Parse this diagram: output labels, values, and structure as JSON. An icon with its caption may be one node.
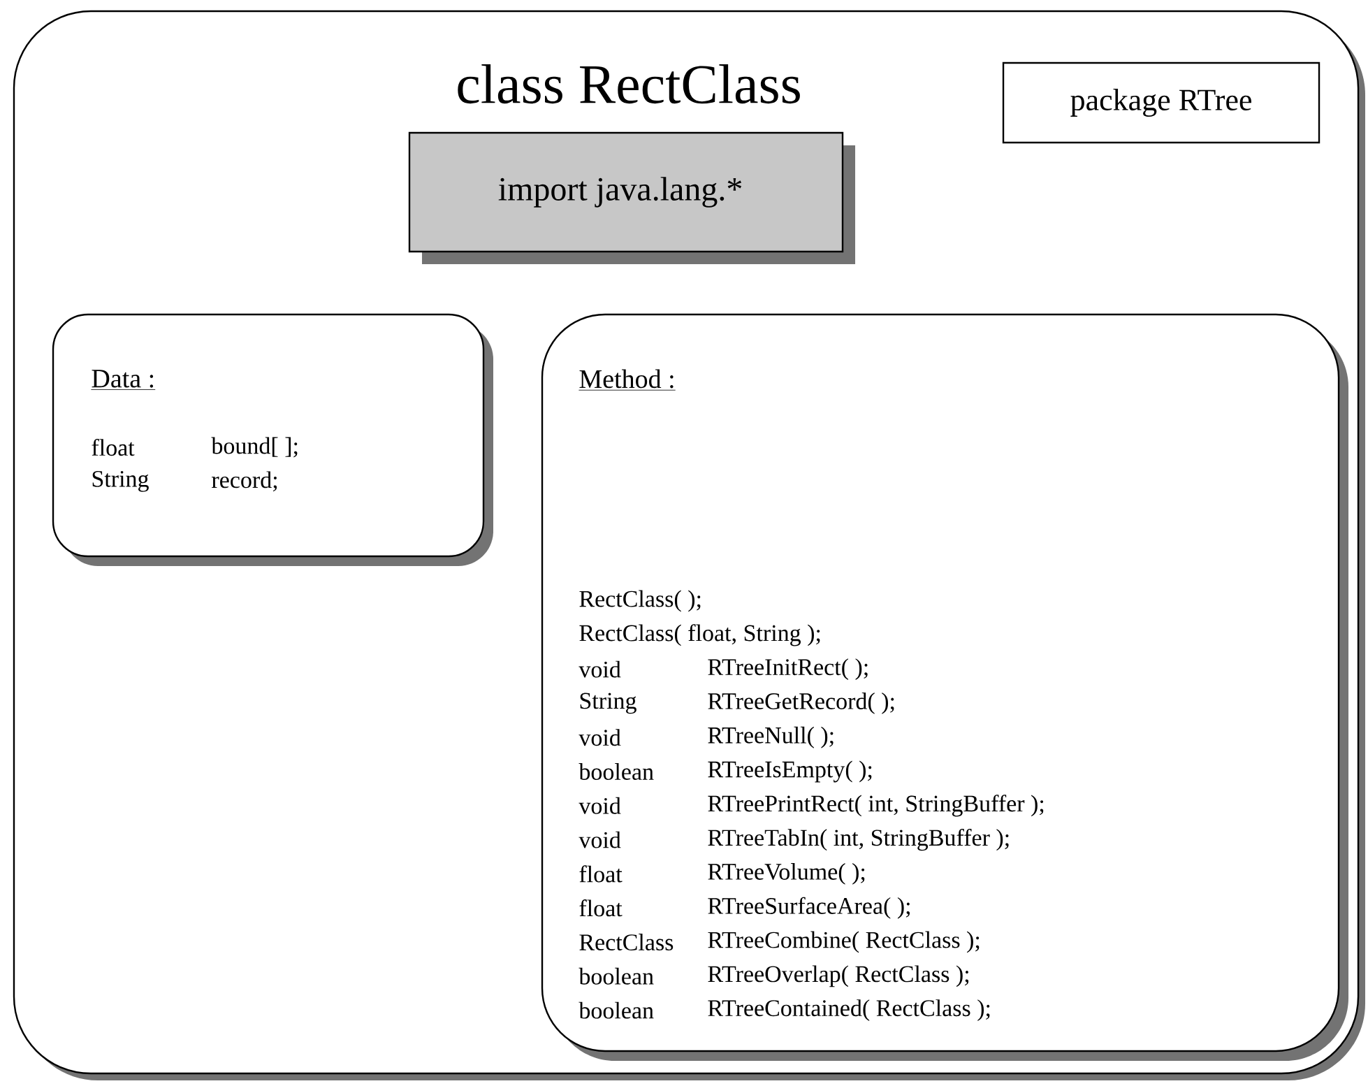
{
  "diagram": {
    "nodes": [
      {
        "text": [
          "class RectClass"
        ]
      },
      {
        "text": [
          "package RTree"
        ],
        "in": 0
      },
      {
        "text": [
          "import java.lang.*"
        ],
        "in": 0
      },
      {
        "text": [
          "Data :",
          "float",
          "bound[ ];",
          "String",
          "record;"
        ],
        "in": 0
      },
      {
        "text": [
          "Method :",
          "RectClass( );",
          "RectClass( float, String );",
          "void",
          "RTreeInitRect( );",
          "String",
          "RTreeGetRecord( );",
          "void",
          "RTreeNull( );",
          "boolean",
          "RTreeIsEmpty( );",
          "void",
          "RTreePrintRect( int, StringBuffer );",
          "void",
          "RTreeTabIn( int, StringBuffer );",
          "float",
          "RTreeVolume( );",
          "float",
          "RTreeSurfaceArea( );",
          "RectClass",
          "RTreeCombine( RectClass );",
          "boolean",
          "RTreeOverlap( RectClass );",
          "boolean",
          "RTreeContained( RectClass );"
        ],
        "in": 0
      }
    ]
  }
}
